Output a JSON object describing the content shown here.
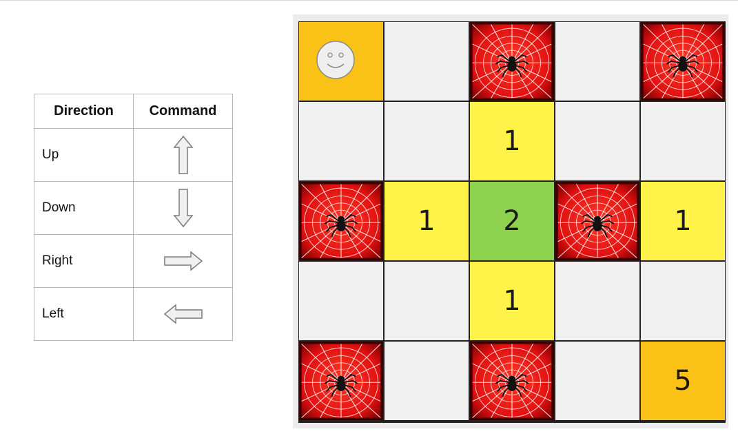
{
  "legend": {
    "headers": {
      "direction": "Direction",
      "command": "Command"
    },
    "rows": [
      {
        "label": "Up",
        "icon": "arrow-up-icon"
      },
      {
        "label": "Down",
        "icon": "arrow-down-icon"
      },
      {
        "label": "Right",
        "icon": "arrow-right-icon"
      },
      {
        "label": "Left",
        "icon": "arrow-left-icon"
      }
    ]
  },
  "board": {
    "rows": 5,
    "cols": 5,
    "cells": [
      [
        "start",
        "empty",
        "spider",
        "empty",
        "spider"
      ],
      [
        "empty",
        "empty",
        "1",
        "empty",
        "empty"
      ],
      [
        "spider",
        "1",
        "2",
        "spider",
        "1"
      ],
      [
        "empty",
        "empty",
        "1",
        "empty",
        "empty"
      ],
      [
        "spider",
        "empty",
        "spider",
        "empty",
        "5"
      ]
    ],
    "player_icon": "smiley-face-icon",
    "hazard_icon": "spider-web-icon",
    "colors": {
      "empty": "#f0f0f0",
      "value_1": "#fff248",
      "value_2": "#8ed14f",
      "start": "#fac216",
      "goal": "#fac216",
      "web": "#e01010"
    }
  }
}
